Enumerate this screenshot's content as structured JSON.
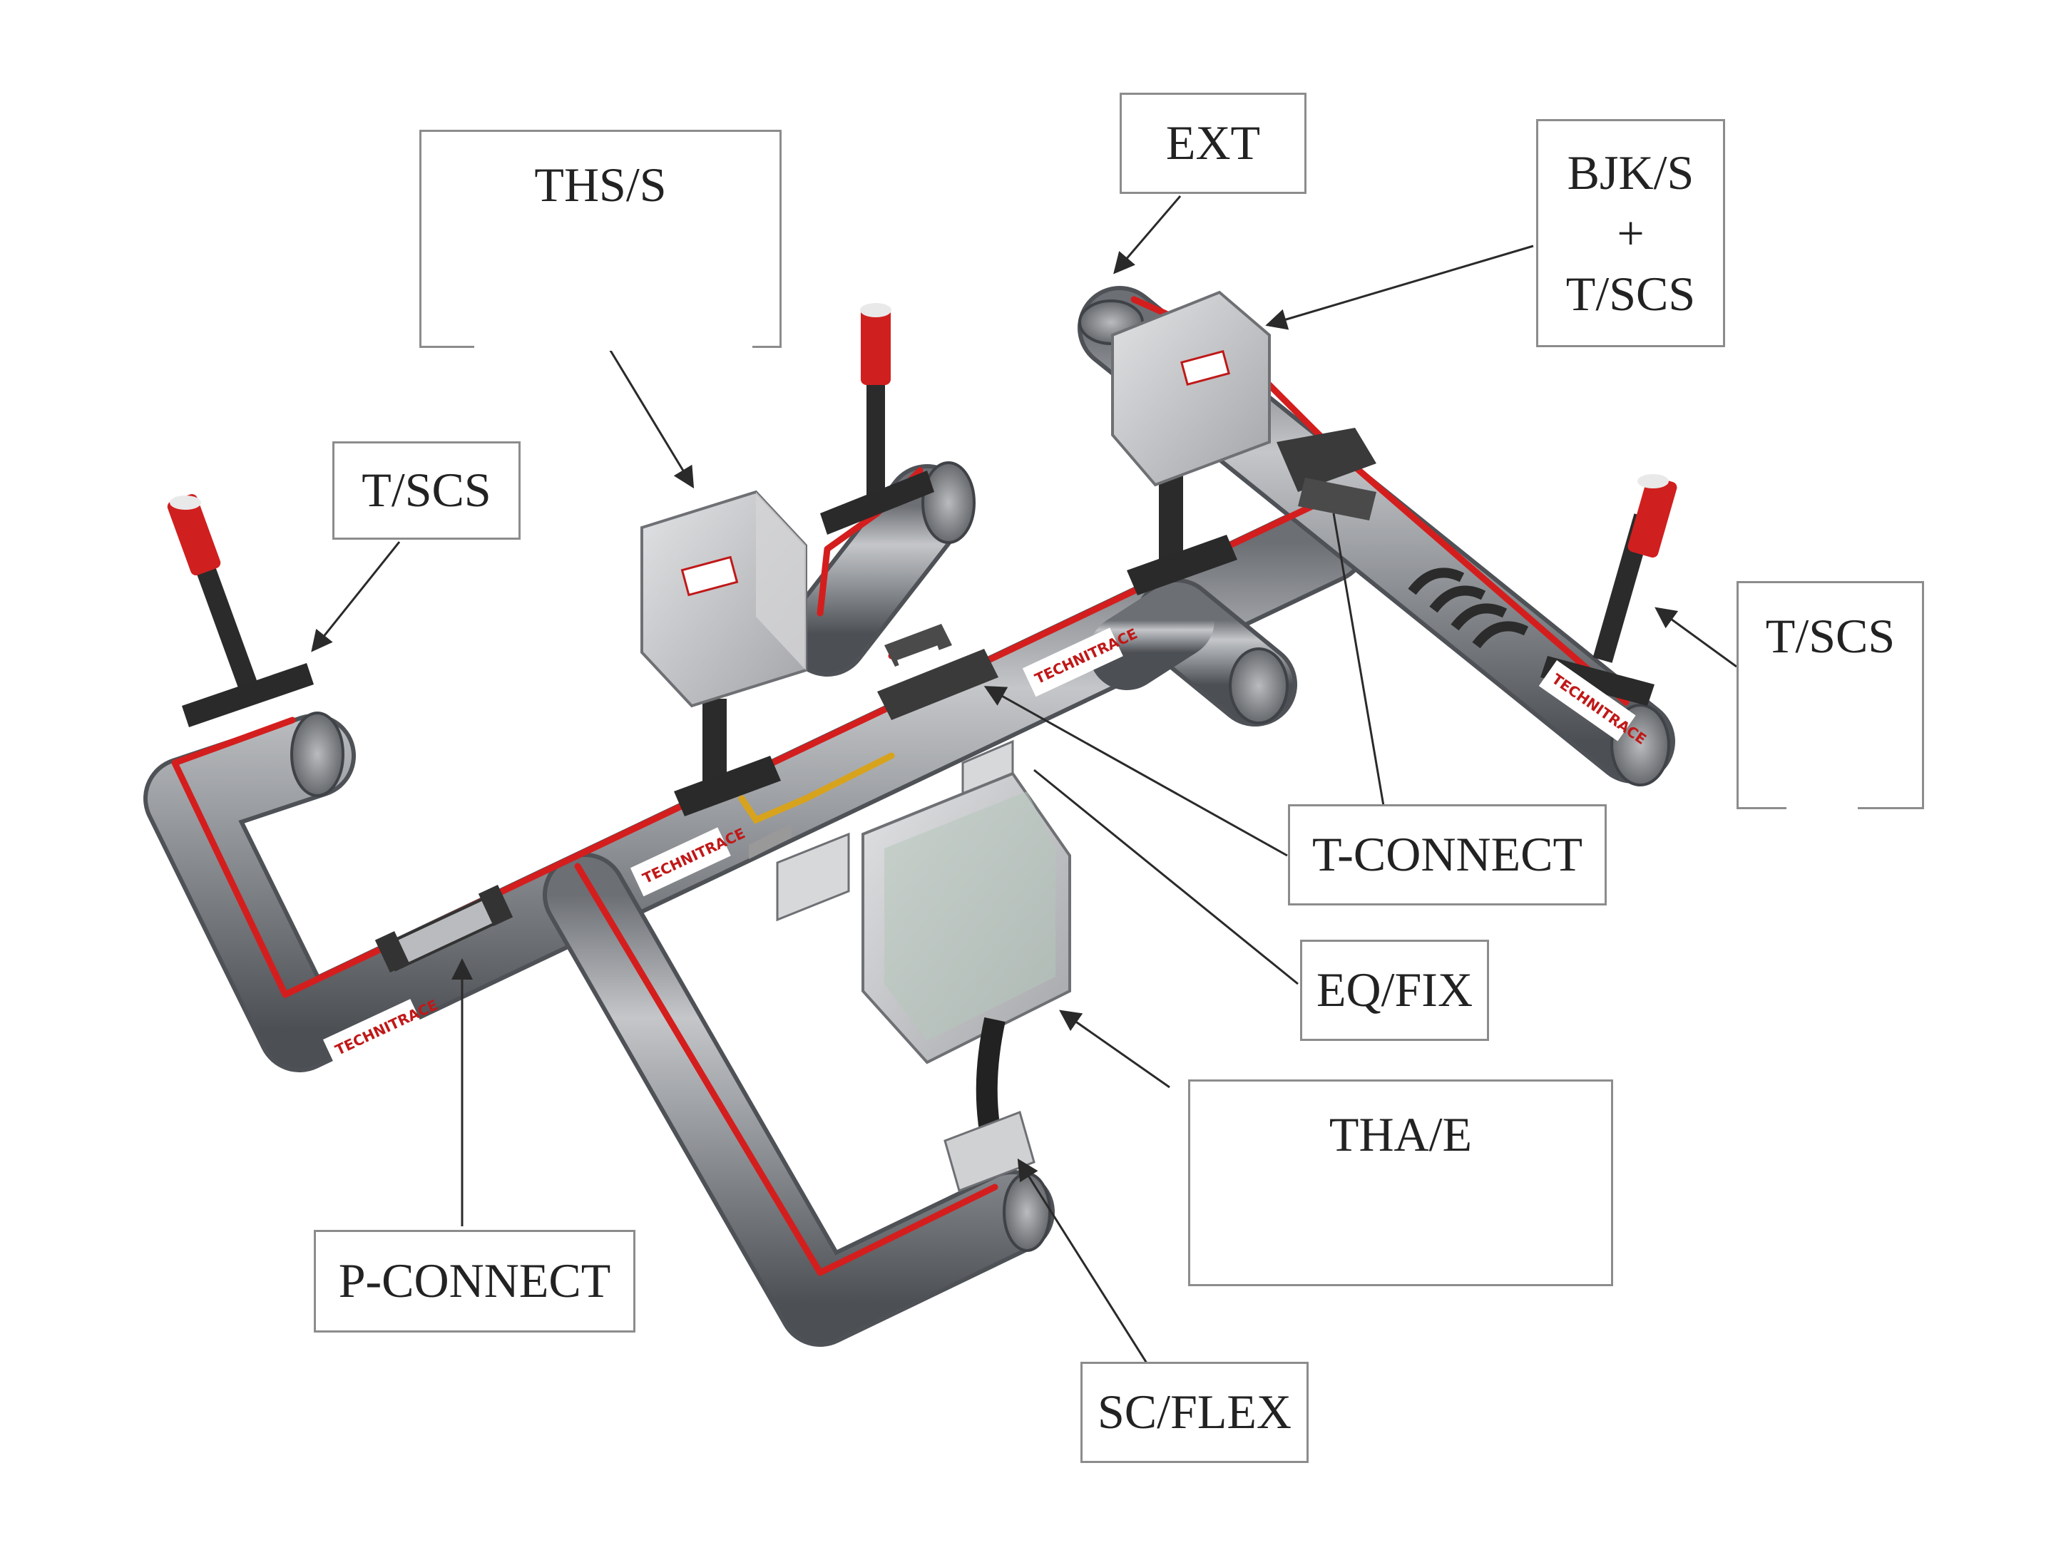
{
  "diagram": {
    "labels": {
      "ths_s": "THS/S",
      "ext": "EXT",
      "bjk_s": "BJK/S",
      "bjk_plus": "+",
      "bjk_tscs": "T/SCS",
      "tscs_left": "T/SCS",
      "tscs_right": "T/SCS",
      "t_connect": "T-CONNECT",
      "eq_fix": "EQ/FIX",
      "tha_e": "THA/E",
      "p_connect": "P-CONNECT",
      "sc_flex": "SC/FLEX"
    },
    "brand_text": "TECHNITRACE",
    "colors": {
      "pipe": "#8e9196",
      "pipe_dark": "#5f6267",
      "pipe_light": "#c9cbce",
      "heating_cable": "#d41e1e",
      "box": "#cfd1d3",
      "box_dark": "#8a8c8f",
      "stand": "#2b2b2b",
      "leader": "#3a3a3a",
      "box_border": "#8c8c8c"
    }
  }
}
